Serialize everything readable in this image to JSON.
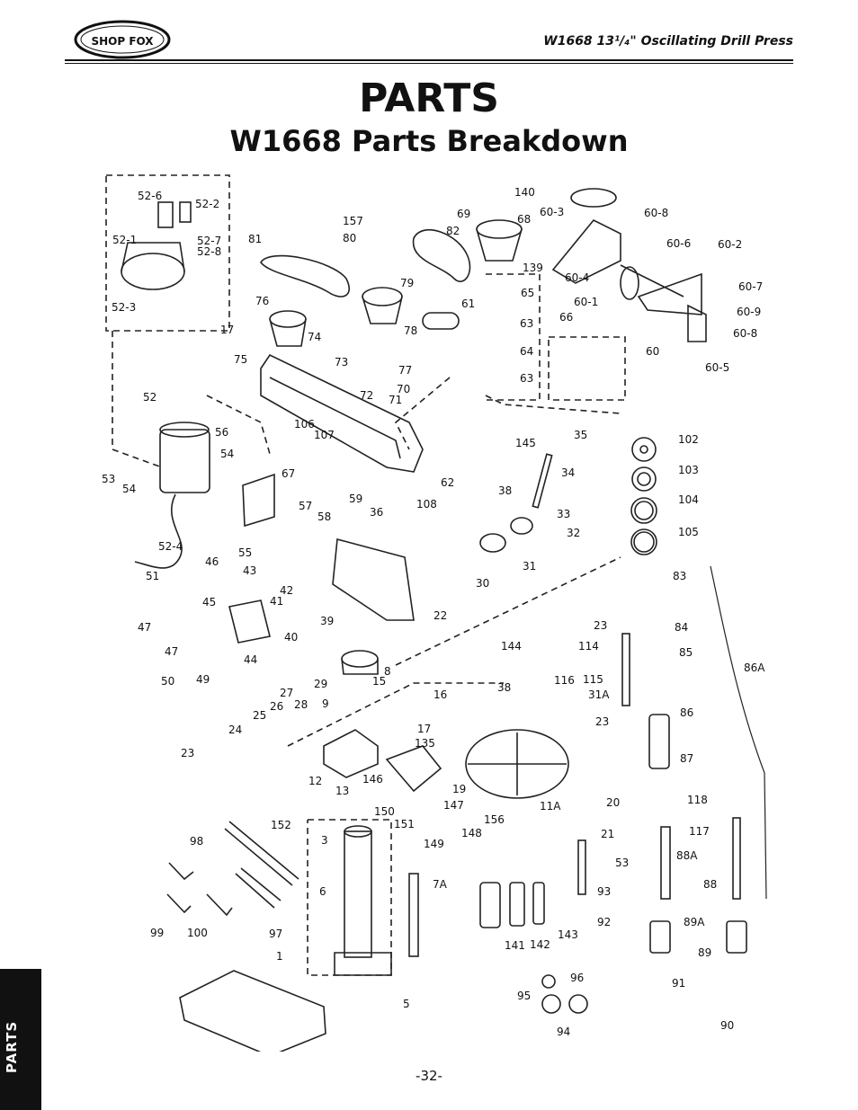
{
  "header": {
    "logo_text": "SHOP FOX",
    "doc_title": "W1668 13¹/₄\" Oscillating Drill Press"
  },
  "section_heading": "PARTS",
  "sub_heading": "W1668 Parts Breakdown",
  "side_tab": "PARTS",
  "page_number": "-32-",
  "labels": {
    "l140": "140",
    "l68": "68",
    "l69": "69",
    "l60_3": "60-3",
    "l60_8a": "60-8",
    "l157": "157",
    "l82": "82",
    "l80": "80",
    "l52_6": "52-6",
    "l52_2": "52-2",
    "l52_1": "52-1",
    "l52_7": "52-7",
    "l52_8": "52-8",
    "l52_3": "52-3",
    "l81": "81",
    "l60_6": "60-6",
    "l60_2": "60-2",
    "l139": "139",
    "l60_4": "60-4",
    "l60_7": "60-7",
    "l60_1": "60-1",
    "l60_9": "60-9",
    "l60_8b": "60-8",
    "l60_5": "60-5",
    "l65": "65",
    "l66": "66",
    "l61": "61",
    "l63a": "63",
    "l64": "64",
    "l63b": "63",
    "l60": "60",
    "l79": "79",
    "l76": "76",
    "l78": "78",
    "l17a": "17",
    "l74": "74",
    "l75": "75",
    "l73": "73",
    "l77": "77",
    "l70": "70",
    "l72": "72",
    "l71": "71",
    "l52": "52",
    "l106": "106",
    "l107": "107",
    "l56": "56",
    "l54a": "54",
    "l53a": "53",
    "l54b": "54",
    "l67": "67",
    "l145": "145",
    "l35": "35",
    "l102": "102",
    "l103": "103",
    "l104": "104",
    "l105": "105",
    "l34": "34",
    "l38a": "38",
    "l62": "62",
    "l108": "108",
    "l59": "59",
    "l57": "57",
    "l58": "58",
    "l36": "36",
    "l33": "33",
    "l32": "32",
    "l52_4": "52-4",
    "l55": "55",
    "l31": "31",
    "l51": "51",
    "l46": "46",
    "l43": "43",
    "l30": "30",
    "l83": "83",
    "l42": "42",
    "l41": "41",
    "l45": "45",
    "l22": "22",
    "l23a": "23",
    "l84": "84",
    "l47a": "47",
    "l39": "39",
    "l144": "144",
    "l114": "114",
    "l85": "85",
    "l40": "40",
    "l86A": "86A",
    "l47b": "47",
    "l116": "116",
    "l115": "115",
    "l38b": "38",
    "l44": "44",
    "l8": "8",
    "l31A": "31A",
    "l50": "50",
    "l49": "49",
    "l29": "29",
    "l27": "27",
    "l26": "26",
    "l28": "28",
    "l9": "9",
    "l15": "15",
    "l16": "16",
    "l86": "86",
    "l25": "25",
    "l23b": "23",
    "l24": "24",
    "l17b": "17",
    "l135": "135",
    "l23c": "23",
    "l87": "87",
    "l12": "12",
    "l146": "146",
    "l19": "19",
    "l118": "118",
    "l13": "13",
    "l20": "20",
    "l11A": "11A",
    "l150": "150",
    "l147": "147",
    "l117": "117",
    "l156": "156",
    "l151": "151",
    "l148": "148",
    "l152": "152",
    "l21": "21",
    "l3": "3",
    "l149": "149",
    "l98": "98",
    "l53b": "53",
    "l88A": "88A",
    "l88": "88",
    "l7A": "7A",
    "l6": "6",
    "l93": "93",
    "l92": "92",
    "l99": "99",
    "l100": "100",
    "l97": "97",
    "l141": "141",
    "l142": "142",
    "l143": "143",
    "l89A": "89A",
    "l89": "89",
    "l1": "1",
    "l96": "96",
    "l95": "95",
    "l5": "5",
    "l91": "91",
    "l94": "94",
    "l90": "90"
  }
}
